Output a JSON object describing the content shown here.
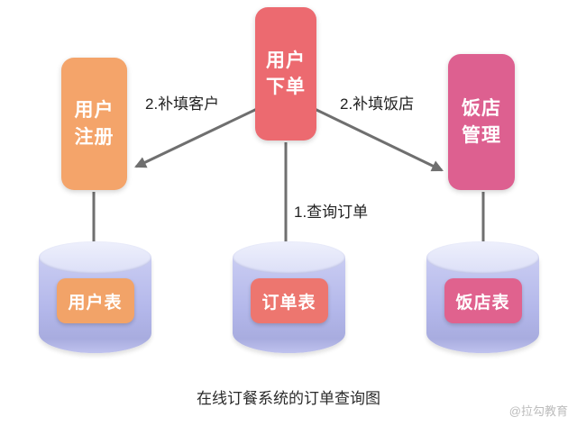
{
  "processes": {
    "user_register": {
      "label": "用户\n注册",
      "color": "#f4a46a"
    },
    "user_order": {
      "label": "用户\n下单",
      "color": "#ec6a70"
    },
    "restaurant_manage": {
      "label": "饭店\n管理",
      "color": "#dd6090"
    }
  },
  "datastores": {
    "user_table": {
      "label": "用户表",
      "color": "#f2a368"
    },
    "order_table": {
      "label": "订单表",
      "color": "#ed766f"
    },
    "restaurant_table": {
      "label": "饭店表",
      "color": "#e0628e"
    }
  },
  "edges": {
    "fill_customer": {
      "label": "2.补填客户"
    },
    "fill_restaurant": {
      "label": "2.补填饭店"
    },
    "query_order": {
      "label": "1.查询订单"
    }
  },
  "caption": "在线订餐系统的订单查询图",
  "watermark": "@拉勾教育",
  "style": {
    "cylinder_top": "#e5e7f9",
    "cylinder_body": "#bdc1ee",
    "arrow_color": "#6f6f6f"
  }
}
